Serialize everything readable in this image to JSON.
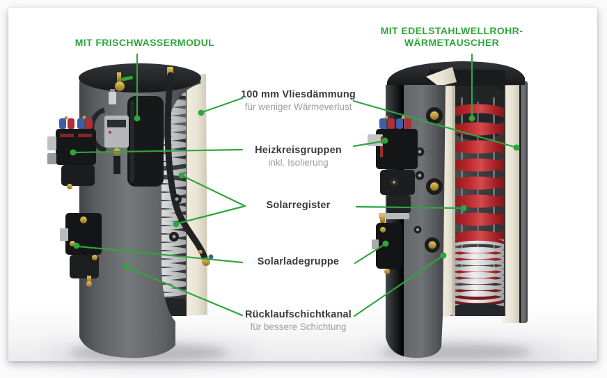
{
  "colors": {
    "accent_green": "#2fa53d",
    "title_text": "#3b3b3a",
    "subtitle_text": "#9d9d9c",
    "tank_body_gray": "#5d6063",
    "insulation_cream": "#e9e4d5",
    "coil_silver": "#d9dadb",
    "coil_red": "#b8272c",
    "card_background": "#ffffff"
  },
  "headlines": {
    "left": {
      "text": "MIT FRISCHWASSERMODUL"
    },
    "right": {
      "lines": [
        "MIT EDELSTAHLWELLROHR-",
        "WÄRMETAUSCHER"
      ]
    }
  },
  "callouts": [
    {
      "id": "vliesdaemmung",
      "title": "100 mm Vliesdämmung",
      "subtitle": "für weniger Wärmeverlust"
    },
    {
      "id": "heizkreisgruppen",
      "title": "Heizkreisgruppen",
      "subtitle": "inkl. Isolierung"
    },
    {
      "id": "solarregister",
      "title": "Solarregister",
      "subtitle": ""
    },
    {
      "id": "solarladegruppe",
      "title": "Solarladegruppe",
      "subtitle": ""
    },
    {
      "id": "ruecklaufschichtkanal",
      "title": "Rücklaufschichtkanal",
      "subtitle": "für bessere Schichtung"
    }
  ]
}
